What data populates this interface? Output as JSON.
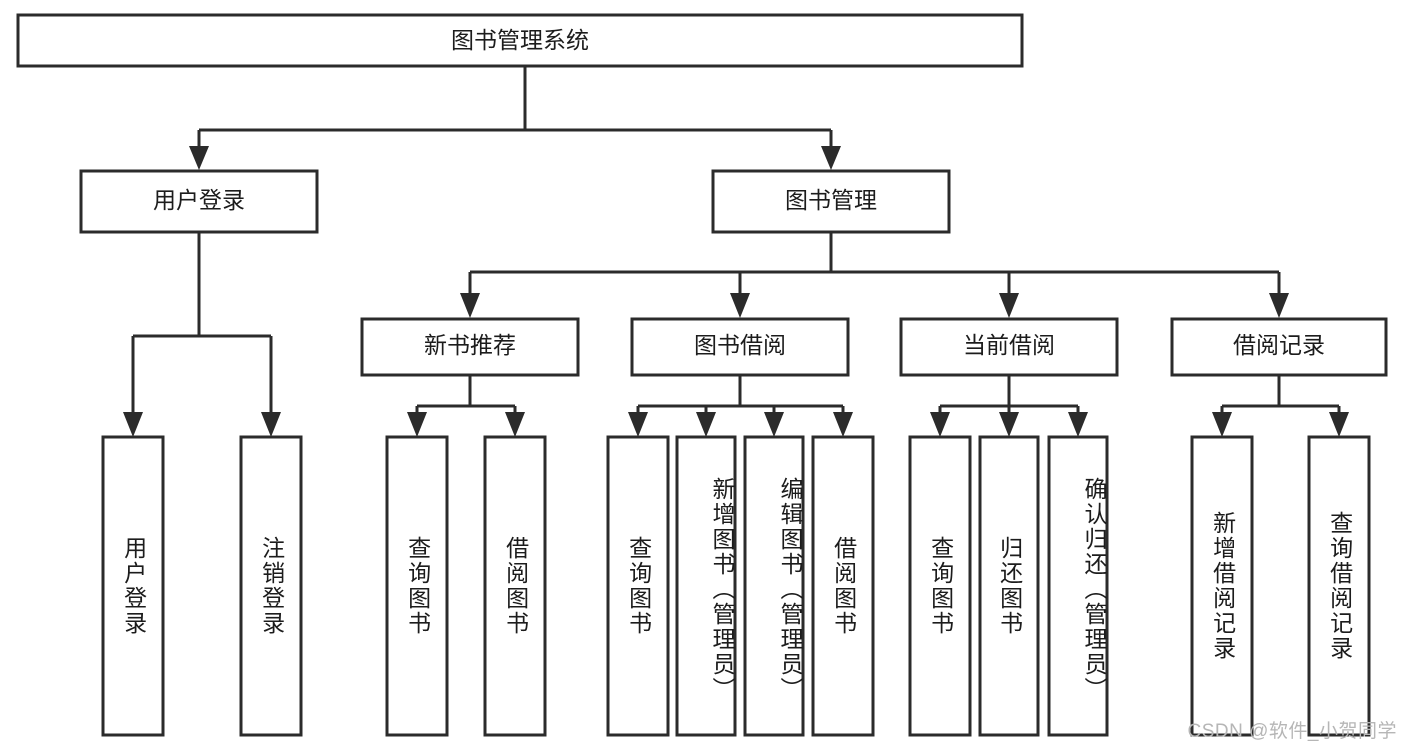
{
  "diagram": {
    "title": "图书管理系统",
    "type": "tree",
    "orientation": "top-down",
    "colors": {
      "box_stroke": "#2b2b2b",
      "box_fill": "#ffffff",
      "text": "#1c1c1c",
      "background": "#ffffff",
      "watermark": "#b6b6b6"
    },
    "root": {
      "id": "root",
      "label": "图书管理系统",
      "orientation": "horizontal"
    },
    "level1": [
      {
        "id": "user-login",
        "label": "用户登录",
        "orientation": "horizontal"
      },
      {
        "id": "book-management",
        "label": "图书管理",
        "orientation": "horizontal"
      }
    ],
    "level2": [
      {
        "id": "new-book-recommend",
        "label": "新书推荐",
        "parent": "book-management",
        "orientation": "horizontal"
      },
      {
        "id": "book-borrow",
        "label": "图书借阅",
        "parent": "book-management",
        "orientation": "horizontal"
      },
      {
        "id": "current-borrow",
        "label": "当前借阅",
        "parent": "book-management",
        "orientation": "horizontal"
      },
      {
        "id": "borrow-record",
        "label": "借阅记录",
        "parent": "book-management",
        "orientation": "horizontal"
      }
    ],
    "leaves": [
      {
        "id": "leaf-user-login",
        "label": "用户登录",
        "parent": "user-login",
        "orientation": "vertical"
      },
      {
        "id": "leaf-logout-login",
        "label": "注销登录",
        "parent": "user-login",
        "orientation": "vertical"
      },
      {
        "id": "leaf-query-book-rec",
        "label": "查询图书",
        "parent": "new-book-recommend",
        "orientation": "vertical"
      },
      {
        "id": "leaf-borrow-book-rec",
        "label": "借阅图书",
        "parent": "new-book-recommend",
        "orientation": "vertical"
      },
      {
        "id": "leaf-query-book-borrow",
        "label": "查询图书",
        "parent": "book-borrow",
        "orientation": "vertical"
      },
      {
        "id": "leaf-add-book-admin",
        "label": "新增图书（管理员）",
        "parent": "book-borrow",
        "orientation": "vertical"
      },
      {
        "id": "leaf-edit-book-admin",
        "label": "编辑图书（管理员）",
        "parent": "book-borrow",
        "orientation": "vertical"
      },
      {
        "id": "leaf-borrow-book",
        "label": "借阅图书",
        "parent": "book-borrow",
        "orientation": "vertical"
      },
      {
        "id": "leaf-query-book-current",
        "label": "查询图书",
        "parent": "current-borrow",
        "orientation": "vertical"
      },
      {
        "id": "leaf-return-book",
        "label": "归还图书",
        "parent": "current-borrow",
        "orientation": "vertical"
      },
      {
        "id": "leaf-confirm-return-admin",
        "label": "确认归还（管理员）",
        "parent": "current-borrow",
        "orientation": "vertical"
      },
      {
        "id": "leaf-add-record",
        "label": "新增借阅记录",
        "parent": "borrow-record",
        "orientation": "vertical"
      },
      {
        "id": "leaf-query-record",
        "label": "查询借阅记录",
        "parent": "borrow-record",
        "orientation": "vertical"
      }
    ],
    "watermark": "CSDN @软件_小贺同学"
  }
}
